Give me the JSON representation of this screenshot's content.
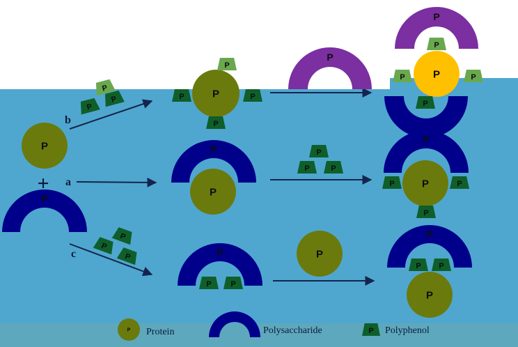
{
  "diagram": {
    "glyph": "P",
    "plus_sign": "+",
    "pathways": {
      "a": "a",
      "b": "b",
      "c": "c"
    }
  },
  "legend": {
    "protein": "Protein",
    "polysaccharide": "Polysaccharide",
    "polyphenol": "Polyphenol"
  },
  "colors": {
    "background_upper": "#ffffff",
    "background_water": "#4fa7cf",
    "legend_band": "#5ea8bd",
    "protein": "#6b7a0c",
    "protein_gold": "#ffc000",
    "polysaccharide": "#00008b",
    "polysaccharide_purple": "#7b2fa0",
    "polyphenol": "#0f5f2a",
    "polyphenol_light": "#6aa84f",
    "arrow": "#14244e"
  }
}
